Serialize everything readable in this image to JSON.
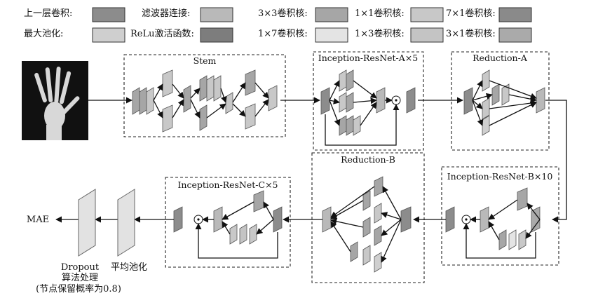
{
  "legend": {
    "items": [
      {
        "key": "prev_layer",
        "label": "上一层卷积:",
        "color": "#8c8c8c"
      },
      {
        "key": "concat",
        "label": "滤波器连接:",
        "color": "#b9b9b9"
      },
      {
        "key": "conv3x3",
        "label": "3×3卷积核:",
        "color": "#a6a6a6"
      },
      {
        "key": "conv1x1",
        "label": "1×1卷积核:",
        "color": "#c8c8c8"
      },
      {
        "key": "conv7x1",
        "label": "7×1卷积核:",
        "color": "#8a8a8a"
      },
      {
        "key": "maxpool",
        "label": "最大池化:",
        "color": "#cfcfcf"
      },
      {
        "key": "relu",
        "label": "ReLu激活函数:",
        "color": "#7d7d7d"
      },
      {
        "key": "conv1x7",
        "label": "1×7卷积核:",
        "color": "#e4e4e4"
      },
      {
        "key": "conv1x3",
        "label": "1×3卷积核:",
        "color": "#c4c4c4"
      },
      {
        "key": "conv3x1",
        "label": "3×1卷积核:",
        "color": "#aaaaaa"
      }
    ]
  },
  "blocks": {
    "stem": "Stem",
    "inception_a": "Inception-ResNet-A×5",
    "reduction_a": "Reduction-A",
    "inception_b": "Inception-ResNet-B×10",
    "reduction_b": "Reduction-B",
    "inception_c": "Inception-ResNet-C×5"
  },
  "output": {
    "mae": "MAE",
    "dropout_line1": "Dropout",
    "dropout_line2": "算法处理",
    "dropout_line3": "(节点保留概率为0.8)",
    "avgpool": "平均池化"
  }
}
